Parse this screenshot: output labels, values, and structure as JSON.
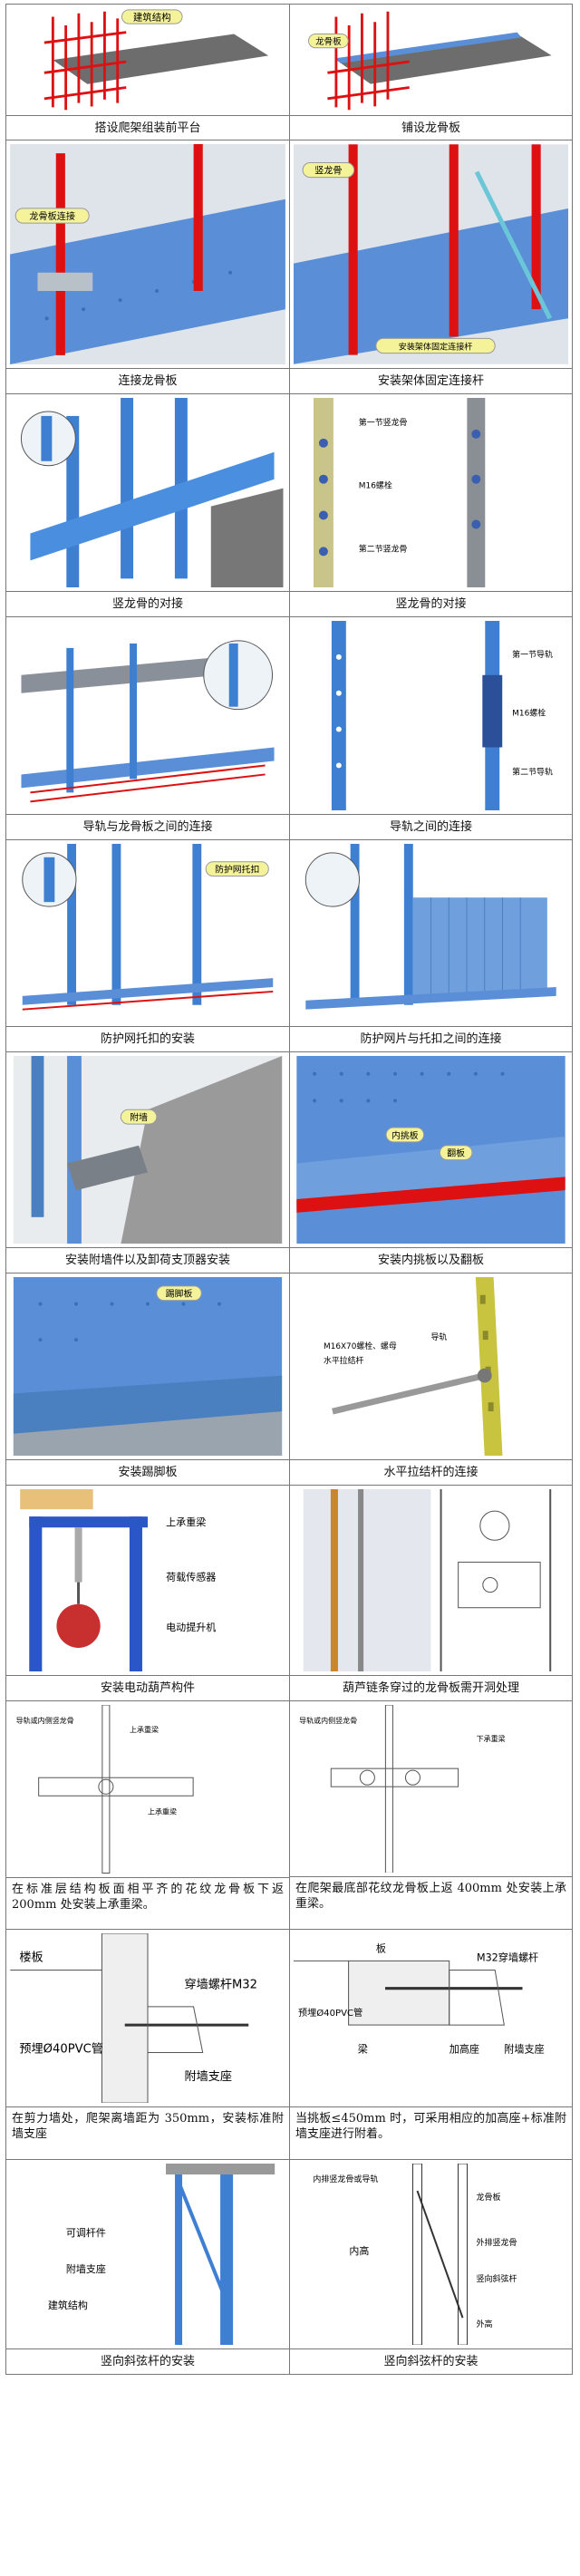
{
  "rows": [
    {
      "left": {
        "caption": "搭设爬架组装前平台",
        "labels": [
          "建筑结构"
        ]
      },
      "right": {
        "caption": "铺设龙骨板",
        "labels": [
          "龙骨板"
        ]
      }
    },
    {
      "left": {
        "caption": "连接龙骨板",
        "labels": [
          "龙骨板连接"
        ]
      },
      "right": {
        "caption": "安装架体固定连接杆",
        "labels": [
          "竖龙骨",
          "安装架体固定连接杆"
        ]
      }
    },
    {
      "left": {
        "caption": "竖龙骨的对接",
        "labels": []
      },
      "right": {
        "caption": "竖龙骨的对接",
        "labels": [
          "第一节竖龙骨",
          "M16螺栓",
          "第二节竖龙骨"
        ]
      }
    },
    {
      "left": {
        "caption": "导轨与龙骨板之间的连接",
        "labels": []
      },
      "right": {
        "caption": "导轨之间的连接",
        "labels": [
          "第一节导轨",
          "M16螺栓",
          "第二节导轨"
        ]
      }
    },
    {
      "left": {
        "caption": "防护网托扣的安装",
        "labels": [
          "防护网托扣"
        ]
      },
      "right": {
        "caption": "防护网片与托扣之间的连接",
        "labels": []
      }
    },
    {
      "left": {
        "caption": "安装附墙件以及卸荷支顶器安装",
        "labels": [
          "附墙"
        ]
      },
      "right": {
        "caption": "安装内挑板以及翻板",
        "labels": [
          "内挑板",
          "翻板"
        ]
      }
    },
    {
      "left": {
        "caption": "安装踢脚板",
        "labels": [
          "踢脚板"
        ]
      },
      "right": {
        "caption": "水平拉结杆的连接",
        "labels": [
          "导轨",
          "M16X70螺栓、螺母",
          "水平拉结杆"
        ]
      }
    },
    {
      "left": {
        "caption": "安装电动葫芦构件",
        "labels": [
          "上承重梁",
          "荷载传感器",
          "电动提升机"
        ]
      },
      "right": {
        "caption": "葫芦链条穿过的龙骨板需开洞处理",
        "labels": []
      }
    },
    {
      "left": {
        "caption": "在标准层结构板面相平齐的花纹龙骨板下返 200mm 处安装上承重梁。",
        "labels": [
          "导轨或内侧竖龙骨",
          "上承重梁",
          "上承重梁"
        ]
      },
      "right": {
        "caption": "在爬架最底部花纹龙骨板上返 400mm 处安装上承重梁。",
        "labels": [
          "导轨或内侧竖龙骨",
          "下承重梁"
        ]
      }
    },
    {
      "left": {
        "caption": "在剪力墙处，爬架离墙距为 350mm，安装标准附墙支座",
        "labels": [
          "楼板",
          "穿墙螺杆M32",
          "预埋Ø40PVC管",
          "附墙支座"
        ]
      },
      "right": {
        "caption": "当挑板≤450mm 时，可采用相应的加高座+标准附墙支座进行附着。",
        "labels": [
          "板",
          "M32穿墙螺杆",
          "预埋Ø40PVC管",
          "梁",
          "加高座",
          "附墙支座"
        ]
      }
    },
    {
      "left": {
        "caption": "竖向斜弦杆的安装",
        "labels": [
          "可调杆件",
          "附墙支座",
          "建筑结构"
        ]
      },
      "right": {
        "caption": "竖向斜弦杆的安装",
        "labels": [
          "内排竖龙骨或导轨",
          "龙骨板",
          "内高",
          "外排竖龙骨",
          "竖向斜弦杆",
          "外高"
        ]
      }
    }
  ]
}
